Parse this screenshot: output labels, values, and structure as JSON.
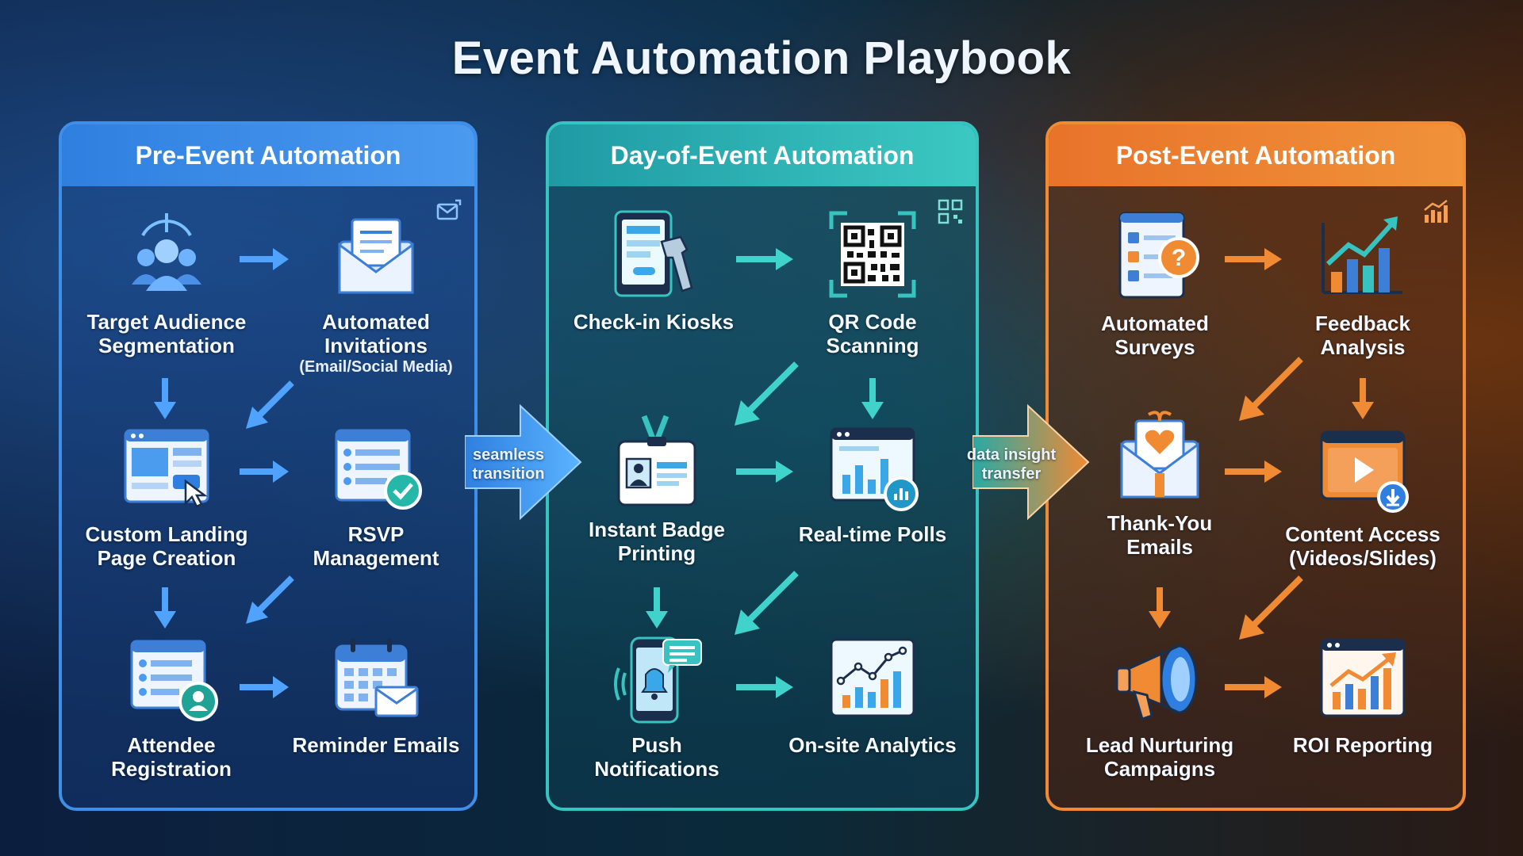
{
  "title": "Event Automation Playbook",
  "colors": {
    "pre": "#3f8ee8",
    "day": "#37c3c0",
    "post": "#f08a33"
  },
  "panels": [
    {
      "heading": "Pre-Event Automation",
      "nodes": [
        {
          "label": "Target Audience Segmentation",
          "icon": "audience-segmentation-icon"
        },
        {
          "label": "Automated Invitations",
          "sub": "(Email/Social Media)",
          "icon": "invitation-envelope-icon"
        },
        {
          "label": "Custom Landing Page Creation",
          "icon": "landing-page-icon"
        },
        {
          "label": "RSVP Management",
          "icon": "rsvp-check-icon"
        },
        {
          "label": "Attendee Registration",
          "icon": "registration-form-icon"
        },
        {
          "label": "Reminder Emails",
          "icon": "calendar-email-icon"
        }
      ]
    },
    {
      "heading": "Day-of-Event Automation",
      "nodes": [
        {
          "label": "Check-in Kiosks",
          "icon": "kiosk-scanner-icon"
        },
        {
          "label": "QR Code Scanning",
          "icon": "qr-code-icon"
        },
        {
          "label": "Instant Badge Printing",
          "icon": "badge-icon"
        },
        {
          "label": "Real-time Polls",
          "icon": "poll-chart-icon"
        },
        {
          "label": "Push Notifications",
          "icon": "push-notification-icon"
        },
        {
          "label": "On-site Analytics",
          "icon": "analytics-chart-icon"
        }
      ]
    },
    {
      "heading": "Post-Event Automation",
      "nodes": [
        {
          "label": "Automated Surveys",
          "icon": "survey-icon"
        },
        {
          "label": "Feedback Analysis",
          "icon": "feedback-chart-icon"
        },
        {
          "label": "Thank-You Emails",
          "icon": "thank-you-email-icon"
        },
        {
          "label": "Content Access",
          "sub": "(Videos/Slides)",
          "icon": "video-content-icon"
        },
        {
          "label": "Lead Nurturing Campaigns",
          "icon": "megaphone-icon"
        },
        {
          "label": "ROI Reporting",
          "icon": "roi-report-icon"
        }
      ]
    }
  ],
  "transitions": [
    "seamless transition",
    "data insight transfer"
  ]
}
